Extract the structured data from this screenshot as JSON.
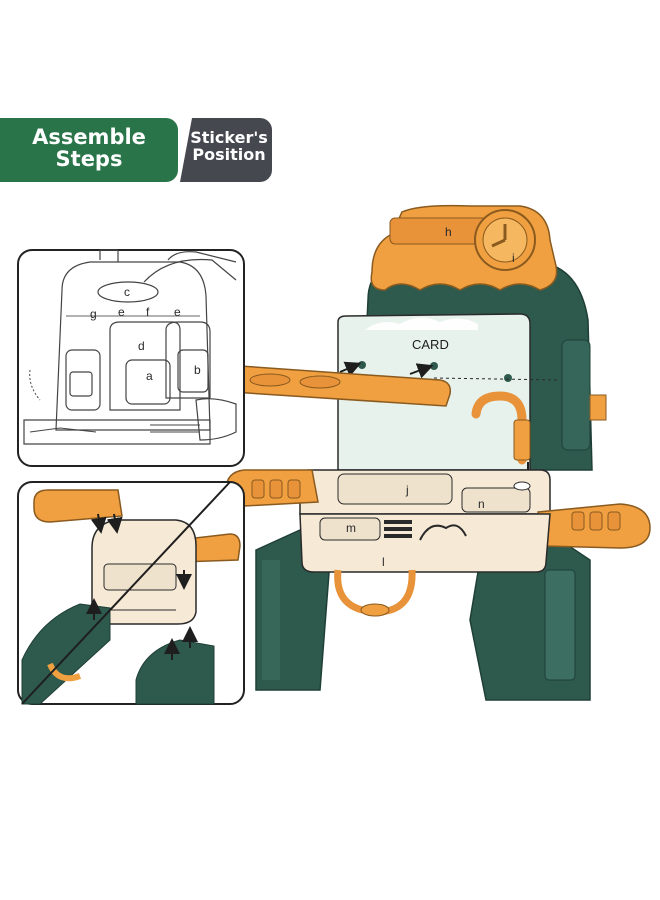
{
  "tabs": {
    "assemble_line1": "Assemble",
    "assemble_line2": "Steps",
    "sticker_line1": "Sticker's",
    "sticker_line2": "Position"
  },
  "labels": {
    "a": "a",
    "b": "b",
    "c": "c",
    "d": "d",
    "e1": "e",
    "e2": "e",
    "f": "f",
    "g": "g",
    "h": "h",
    "i": "i",
    "j": "j",
    "l": "l",
    "m": "m",
    "n": "n",
    "card": "CARD"
  },
  "colors": {
    "green_tab": "#2a744a",
    "grey_tab": "#45484f",
    "dark_green": "#2e5a4e",
    "orange": "#f0a040",
    "cream": "#f6ead6",
    "card": "#e7f2ec"
  }
}
